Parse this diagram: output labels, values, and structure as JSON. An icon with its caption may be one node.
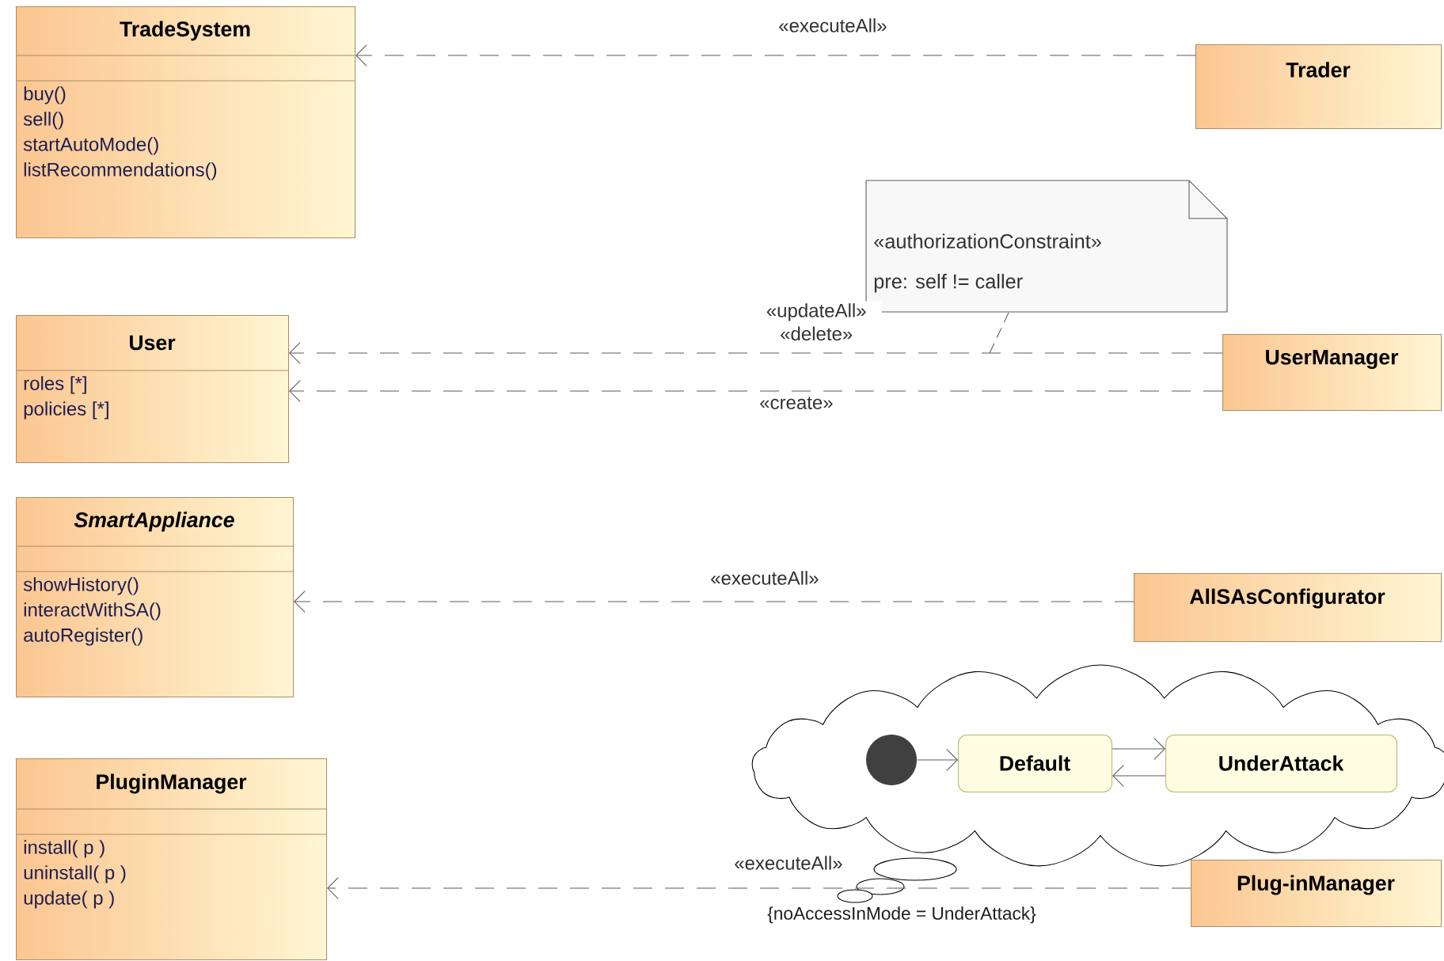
{
  "diagram": {
    "nodes": [
      {
        "text": [
          "TradeSystem",
          "buy()",
          "sell()",
          "startAutoMode()",
          "listRecommendations()"
        ]
      },
      {
        "text": [
          "Trader"
        ]
      },
      {
        "text": [
          "User",
          "roles [*]",
          "policies [*]"
        ]
      },
      {
        "text": [
          "«authorizationConstraint»",
          "pre: self != caller"
        ]
      },
      {
        "text": [
          "UserManager"
        ]
      },
      {
        "text": [
          "*SmartAppliance*",
          "showHistory()",
          "interactWithSA()",
          "autoRegister()"
        ]
      },
      {
        "text": [
          "AllSAsConfigurator"
        ]
      },
      {
        "text": [
          "PluginManager",
          "install( p )",
          "uninstall( p )",
          "update( p )"
        ]
      },
      {
        "text": [],
        "shape": "cloud"
      },
      {
        "text": [],
        "shape": "circle",
        "in": 8
      },
      {
        "text": [
          "Default"
        ],
        "in": 8
      },
      {
        "text": [
          "UnderAttack"
        ],
        "in": 8
      },
      {
        "text": [
          "Plug-inManager"
        ]
      }
    ],
    "edges": [
      {
        "from": 1,
        "to": 0,
        "arrow": "to",
        "style": "dashed",
        "label": "«executeAll»"
      },
      {
        "from": 4,
        "to": 2,
        "arrow": "to",
        "style": "dashed",
        "label": "«updateAll» «delete»"
      },
      {
        "from": 4,
        "to": 2,
        "arrow": "to",
        "style": "dashed",
        "label": "«create»"
      },
      {
        "from": 3,
        "to": null,
        "arrow": "none",
        "style": "dashed"
      },
      {
        "from": 6,
        "to": 5,
        "arrow": "to",
        "style": "dashed",
        "label": "«executeAll»"
      },
      {
        "from": 12,
        "to": 7,
        "arrow": "to",
        "style": "dashed",
        "label": "«executeAll»"
      },
      {
        "from": 9,
        "to": 10,
        "arrow": "to"
      },
      {
        "from": 10,
        "to": 11,
        "arrow": "to"
      },
      {
        "from": 11,
        "to": 10,
        "arrow": "to"
      }
    ],
    "labels": [
      "{noAccessInMode = UnderAttack}"
    ]
  }
}
